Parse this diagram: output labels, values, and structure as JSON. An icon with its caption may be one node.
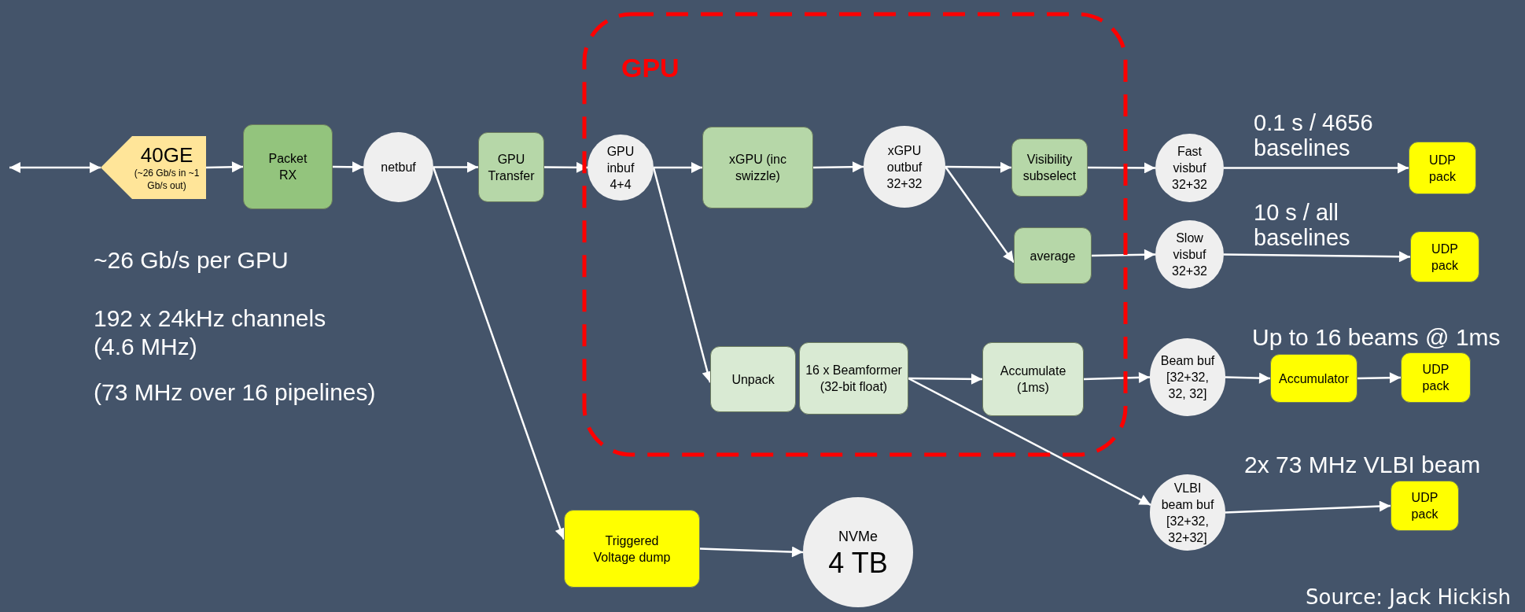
{
  "diagram": {
    "nodes": [
      {
        "text": [
          "40GE",
          "(~26 Gb/s in ~1 Gb/s out)"
        ]
      },
      {
        "text": [
          "Packet RX"
        ]
      },
      {
        "text": [
          "netbuf"
        ]
      },
      {
        "text": [
          "GPU Transfer"
        ]
      },
      {
        "text": [
          "GPU"
        ]
      },
      {
        "text": [
          "GPU inbuf 4+4"
        ],
        "in": 4
      },
      {
        "text": [
          "xGPU (inc swizzle)"
        ],
        "in": 4
      },
      {
        "text": [
          "xGPU outbuf 32+32"
        ],
        "in": 4
      },
      {
        "text": [
          "Visibility subselect"
        ],
        "in": 4
      },
      {
        "text": [
          "average"
        ],
        "in": 4
      },
      {
        "text": [
          "Fast visbuf 32+32"
        ]
      },
      {
        "text": [
          "UDP pack"
        ]
      },
      {
        "text": [
          "Slow visbuf 32+32"
        ]
      },
      {
        "text": [
          "UDP pack"
        ]
      },
      {
        "text": [
          "Unpack"
        ],
        "in": 4
      },
      {
        "text": [
          "16 x Beamformer (32-bit float)"
        ],
        "in": 4
      },
      {
        "text": [
          "Accumulate (1ms)"
        ],
        "in": 4
      },
      {
        "text": [
          "Beam buf [32+32, 32, 32]"
        ]
      },
      {
        "text": [
          "Accumulator"
        ]
      },
      {
        "text": [
          "UDP pack"
        ]
      },
      {
        "text": [
          "VLBI beam buf [32+32, 32+32]"
        ]
      },
      {
        "text": [
          "UDP pack"
        ]
      },
      {
        "text": [
          "Triggered Voltage dump"
        ]
      },
      {
        "text": [
          "NVMe",
          "4 TB"
        ]
      }
    ],
    "edges": [
      {
        "from": null,
        "to": 0,
        "arrow": "both"
      },
      {
        "from": 0,
        "to": 1,
        "arrow": "to"
      },
      {
        "from": 1,
        "to": 2,
        "arrow": "to"
      },
      {
        "from": 2,
        "to": 3,
        "arrow": "to"
      },
      {
        "from": 2,
        "to": 22,
        "arrow": "to"
      },
      {
        "from": 3,
        "to": 5,
        "arrow": "to"
      },
      {
        "from": 5,
        "to": 6,
        "arrow": "to"
      },
      {
        "from": 5,
        "to": 14,
        "arrow": "to"
      },
      {
        "from": 6,
        "to": 7,
        "arrow": "to"
      },
      {
        "from": 7,
        "to": 8,
        "arrow": "to"
      },
      {
        "from": 7,
        "to": 9,
        "arrow": "to"
      },
      {
        "from": 8,
        "to": 10,
        "arrow": "to"
      },
      {
        "from": 10,
        "to": 11,
        "arrow": "to",
        "label": "0.1 s / 4656 baselines"
      },
      {
        "from": 9,
        "to": 12,
        "arrow": "to"
      },
      {
        "from": 12,
        "to": 13,
        "arrow": "to",
        "label": "10 s / all baselines"
      },
      {
        "from": 15,
        "to": 16,
        "arrow": "to"
      },
      {
        "from": 15,
        "to": 20,
        "arrow": "to"
      },
      {
        "from": 16,
        "to": 17,
        "arrow": "to"
      },
      {
        "from": 17,
        "to": 18,
        "arrow": "to"
      },
      {
        "from": 18,
        "to": 19,
        "arrow": "to"
      },
      {
        "from": 20,
        "to": 21,
        "arrow": "to"
      },
      {
        "from": 22,
        "to": 23,
        "arrow": "to"
      }
    ],
    "labels": [
      "~26 Gb/s per GPU",
      "192 x 24kHz channels",
      "(4.6 MHz)",
      "(73 MHz over 16 pipelines)",
      "Up to 16 beams @ 1ms",
      "2x 73 MHz VLBI beam",
      "Source: Jack Hickish"
    ]
  }
}
